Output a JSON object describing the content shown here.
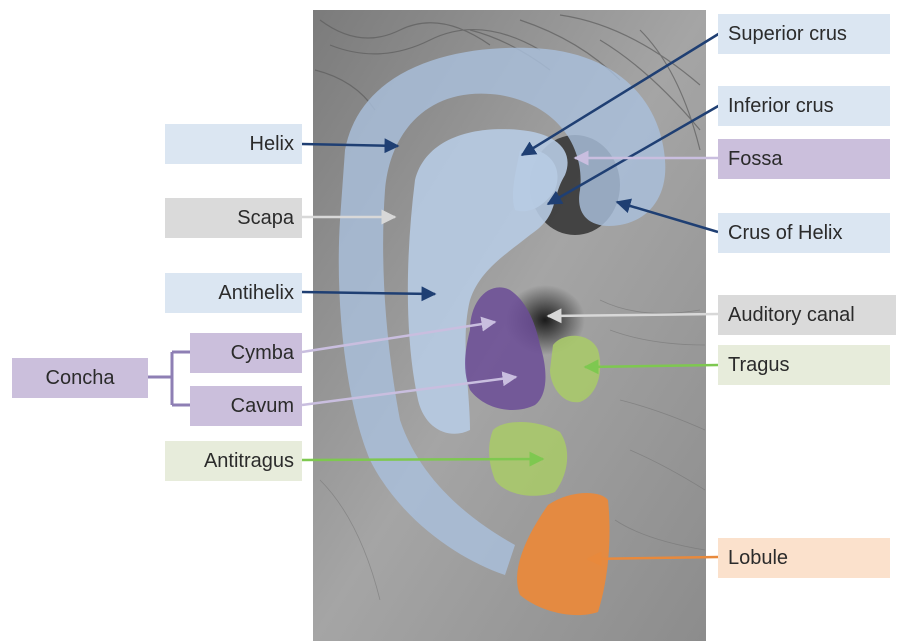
{
  "labels": {
    "helix": "Helix",
    "scapa": "Scapa",
    "antihelix": "Antihelix",
    "concha": "Concha",
    "cymba": "Cymba",
    "cavum": "Cavum",
    "antitragus": "Antitragus",
    "superior_crus": "Superior crus",
    "inferior_crus": "Inferior crus",
    "fossa": "Fossa",
    "crus_of_helix": "Crus of Helix",
    "auditory_canal": "Auditory canal",
    "tragus": "Tragus",
    "lobule": "Lobule"
  },
  "colors": {
    "blue_region": "#a9bfdc",
    "purple_region": "#6b4c96",
    "green_region": "#a9c96a",
    "orange_region": "#e8893c",
    "blue_arrow": "#1f3f73",
    "gray_arrow": "#d8d8d8",
    "purple_arrow": "#c9bedf",
    "green_arrow": "#7ec850",
    "orange_arrow": "#e8893c"
  }
}
